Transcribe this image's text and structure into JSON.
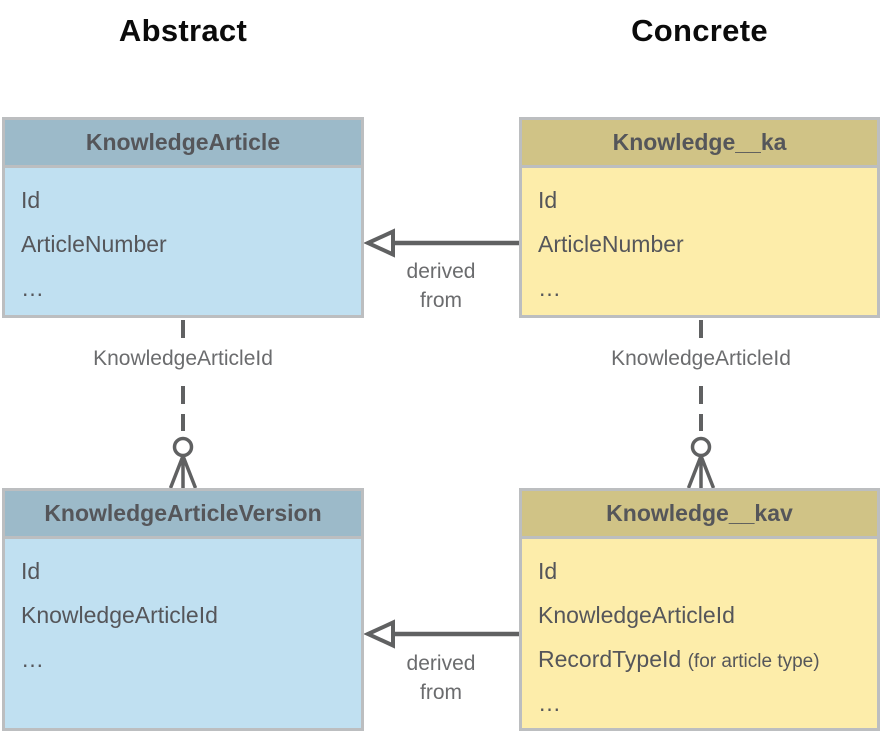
{
  "page": {
    "titles": {
      "abstract": "Abstract",
      "concrete": "Concrete"
    }
  },
  "entities": {
    "knowledge_article": {
      "title": "KnowledgeArticle",
      "fields": [
        "Id",
        "ArticleNumber",
        "…"
      ]
    },
    "knowledge_ka": {
      "title": "Knowledge__ka",
      "fields": [
        "Id",
        "ArticleNumber",
        "…"
      ]
    },
    "knowledge_article_version": {
      "title": "KnowledgeArticleVersion",
      "fields": [
        "Id",
        "KnowledgeArticleId",
        "…"
      ]
    },
    "knowledge_kav": {
      "title": "Knowledge__kav",
      "fields": [
        "Id",
        "KnowledgeArticleId"
      ],
      "record_type_field": {
        "main": "RecordTypeId",
        "note": "(for article type)"
      },
      "ellipsis": "…"
    }
  },
  "relationships": {
    "fk_left": {
      "label": "KnowledgeArticleId"
    },
    "fk_right": {
      "label": "KnowledgeArticleId"
    },
    "derived_top": {
      "line1": "derived",
      "line2": "from"
    },
    "derived_bottom": {
      "line1": "derived",
      "line2": "from"
    }
  },
  "colors": {
    "blue_header": "#9cbac9",
    "blue_body": "#c0e0f1",
    "yellow_header": "#d0c386",
    "yellow_body": "#fdedaa",
    "box_border": "#bcbec0",
    "dark_text": "#55565a",
    "label_text": "#6b6c6e",
    "connector": "#606162",
    "title_text": "#0b0b0b"
  }
}
